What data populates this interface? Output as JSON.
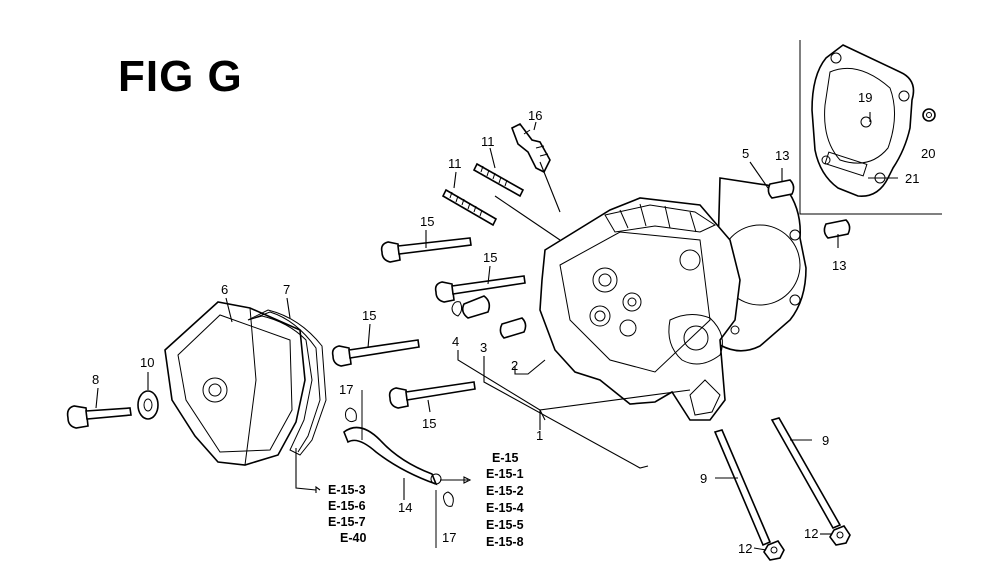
{
  "figure": {
    "title": "FIG G"
  },
  "callouts": {
    "c1": "1",
    "c2": "2",
    "c3": "3",
    "c4": "4",
    "c5": "5",
    "c6": "6",
    "c7": "7",
    "c8": "8",
    "c9a": "9",
    "c9b": "9",
    "c10": "10",
    "c11a": "11",
    "c11b": "11",
    "c12a": "12",
    "c12b": "12",
    "c13a": "13",
    "c13b": "13",
    "c14": "14",
    "c15a": "15",
    "c15b": "15",
    "c15c": "15",
    "c15d": "15",
    "c16": "16",
    "c17a": "17",
    "c17b": "17",
    "c19": "19",
    "c20": "20",
    "c21": "21"
  },
  "references": {
    "left": [
      "E-15-3",
      "E-15-6",
      "E-15-7",
      "E-40"
    ],
    "right": [
      "E-15",
      "E-15-1",
      "E-15-2",
      "E-15-4",
      "E-15-5",
      "E-15-8"
    ]
  }
}
